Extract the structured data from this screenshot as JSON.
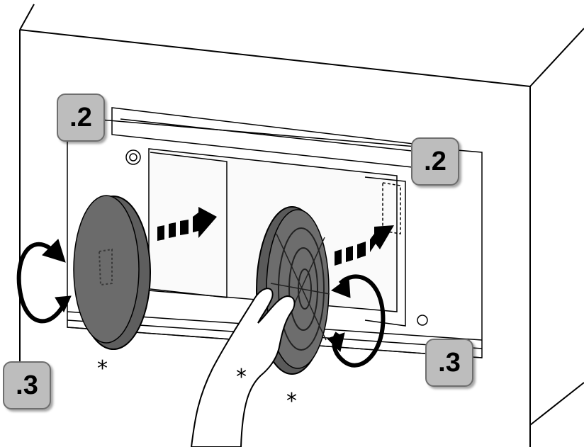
{
  "labels": {
    "step_2_left": ".2",
    "step_2_right": ".2",
    "step_3_left": ".3",
    "step_3_right": ".3",
    "asterisk_1": "*",
    "asterisk_2": "*",
    "asterisk_3": "*"
  },
  "colors": {
    "badge_fill": "#bdbdbd",
    "filter_fill": "#6b6b6b",
    "line": "#000000"
  }
}
